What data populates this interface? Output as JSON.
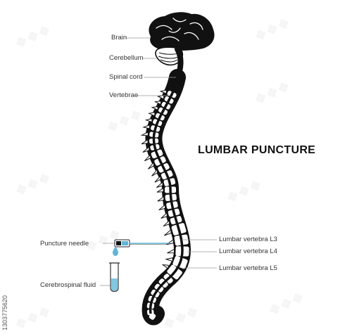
{
  "title": "LUMBAR PUNCTURE",
  "labels": {
    "brain": "Brain",
    "cerebellum": "Cerebellum",
    "spinal_cord": "Spinal cord",
    "vertebrae": "Vertebrae",
    "puncture_needle": "Puncture needle",
    "cerebrospinal_fluid": "Cerebrospinal fluid",
    "l3": "Lumbar vertebra L3",
    "l4": "Lumbar vertebra L4",
    "l5": "Lumbar vertebra L5"
  },
  "watermark": {
    "id": "1303775620"
  },
  "colors": {
    "anatomy": "#111111",
    "bone": "#ffffff",
    "leader_line": "#9a9a9a",
    "fluid": "#7ec8e3",
    "needle_fluid": "#5bb7d9"
  }
}
